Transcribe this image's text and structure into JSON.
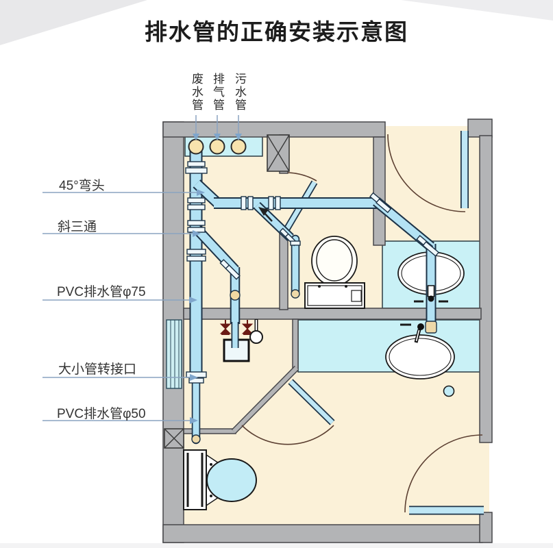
{
  "title": "排水管的正确安装示意图",
  "riser_labels": [
    {
      "text": "废水管"
    },
    {
      "text": "排气管"
    },
    {
      "text": "污水管"
    }
  ],
  "part_labels": [
    {
      "text": "45°弯头"
    },
    {
      "text": "斜三通"
    },
    {
      "text": "PVC排水管φ75"
    },
    {
      "text": "大小管转接口"
    },
    {
      "text": "PVC排水管φ50"
    }
  ],
  "colors": {
    "pipe_fill": "#b3e2f4",
    "pipe_outline": "#1d3347",
    "wall_gray": "#b3b4b6",
    "floor_cream": "#fbf1d8",
    "counter_cyan": "#c9f1f6",
    "fixture_cyan": "#c2ecf6",
    "riser_circle_tan": "#f7e3ae",
    "label_arrow_blue": "#7fa6cc",
    "valve_red": "#6b1a14"
  }
}
